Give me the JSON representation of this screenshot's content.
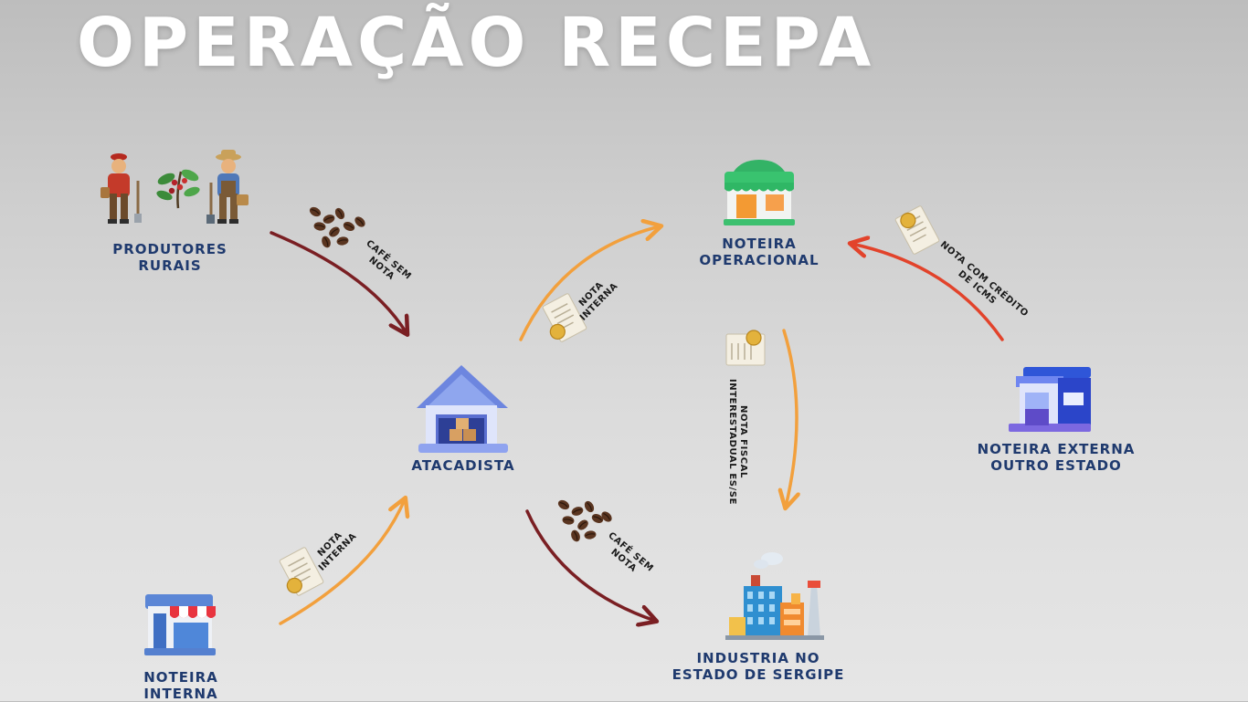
{
  "title": "OPERAÇÃO RECEPA",
  "nodes": {
    "produtores": {
      "label": "PRODUTORES\nRURAIS",
      "icon": "farmers-icon"
    },
    "atacadista": {
      "label": "ATACADISTA",
      "icon": "warehouse-icon"
    },
    "noteira_operacional": {
      "label": "NOTEIRA\nOPERACIONAL",
      "icon": "green-store-icon"
    },
    "noteira_externa": {
      "label": "NOTEIRA EXTERNA\nOUTRO ESTADO",
      "icon": "blue-store-icon"
    },
    "noteira_interna": {
      "label": "NOTEIRA\nINTERNA",
      "icon": "small-store-icon"
    },
    "industria": {
      "label": "INDUSTRIA NO\nESTADO DE SERGIPE",
      "icon": "factory-icon"
    }
  },
  "edges": {
    "produtores_atacadista": {
      "label": "CAFÉ SEM\nNOTA",
      "icon": "coffee-beans-icon"
    },
    "atacadista_operacional": {
      "label": "NOTA\nINTERNA",
      "icon": "invoice-icon"
    },
    "externa_operacional": {
      "label": "NOTA COM CRÉDITO\nDE ICMS",
      "icon": "invoice-icon"
    },
    "operacional_industria": {
      "label": "NOTA FISCAL\nINTERESTADUAL ES/SE",
      "icon": "invoice-icon"
    },
    "interna_atacadista": {
      "label": "NOTA\nINTERNA",
      "icon": "invoice-icon"
    },
    "atacadista_industria": {
      "label": "CAFÉ SEM\nNOTA",
      "icon": "coffee-beans-icon"
    }
  },
  "colors": {
    "label": "#1f3a6e",
    "arrow_dark": "#7a1f23",
    "arrow_orange": "#f2a03d",
    "arrow_red": "#e2432b"
  }
}
